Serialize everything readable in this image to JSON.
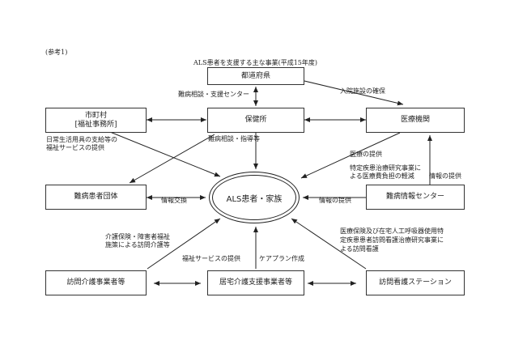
{
  "note": "(参考1)",
  "title": "ALS患者を支援する主な事業(平成15年度)",
  "nodes": {
    "prefecture": "都道府県",
    "municipality": "市町村",
    "municipality_sub": "[福祉事務所]",
    "health_center": "保健所",
    "medical_institution": "医療機関",
    "patient_group": "難病患者団体",
    "patient_family": "ALS患者・家族",
    "info_center": "難病情報センター",
    "home_care_provider": "訪問介護事業者等",
    "care_support_provider": "居宅介護支援事業者等",
    "nursing_station": "訪問看護ステーション"
  },
  "labels": {
    "consult_support_center": "難病相談・支援センター",
    "hospital_beds": "入院施設の確保",
    "consult_guidance": "難病相談・指導等",
    "daily_tools_1": "日常生活用具の支給等の",
    "daily_tools_2": "福祉サービスの提供",
    "medical_provision": "医療の提供",
    "research_1": "特定疾患治療研究事業に",
    "research_2": "よる医療費負担の軽減",
    "info_provision_right": "情報の提供",
    "info_exchange": "情報交換",
    "info_provision_center": "情報の提供",
    "care_insurance_1": "介護保険・障害者福祉",
    "care_insurance_2": "施策による訪問介護等",
    "welfare_service": "福祉サービスの提供",
    "care_plan": "ケアプラン作成",
    "nursing_1": "医療保険及び在宅人工呼吸器使用特",
    "nursing_2": "定疾患患者訪問看護治療研究事業に",
    "nursing_3": "よる訪問看護"
  }
}
